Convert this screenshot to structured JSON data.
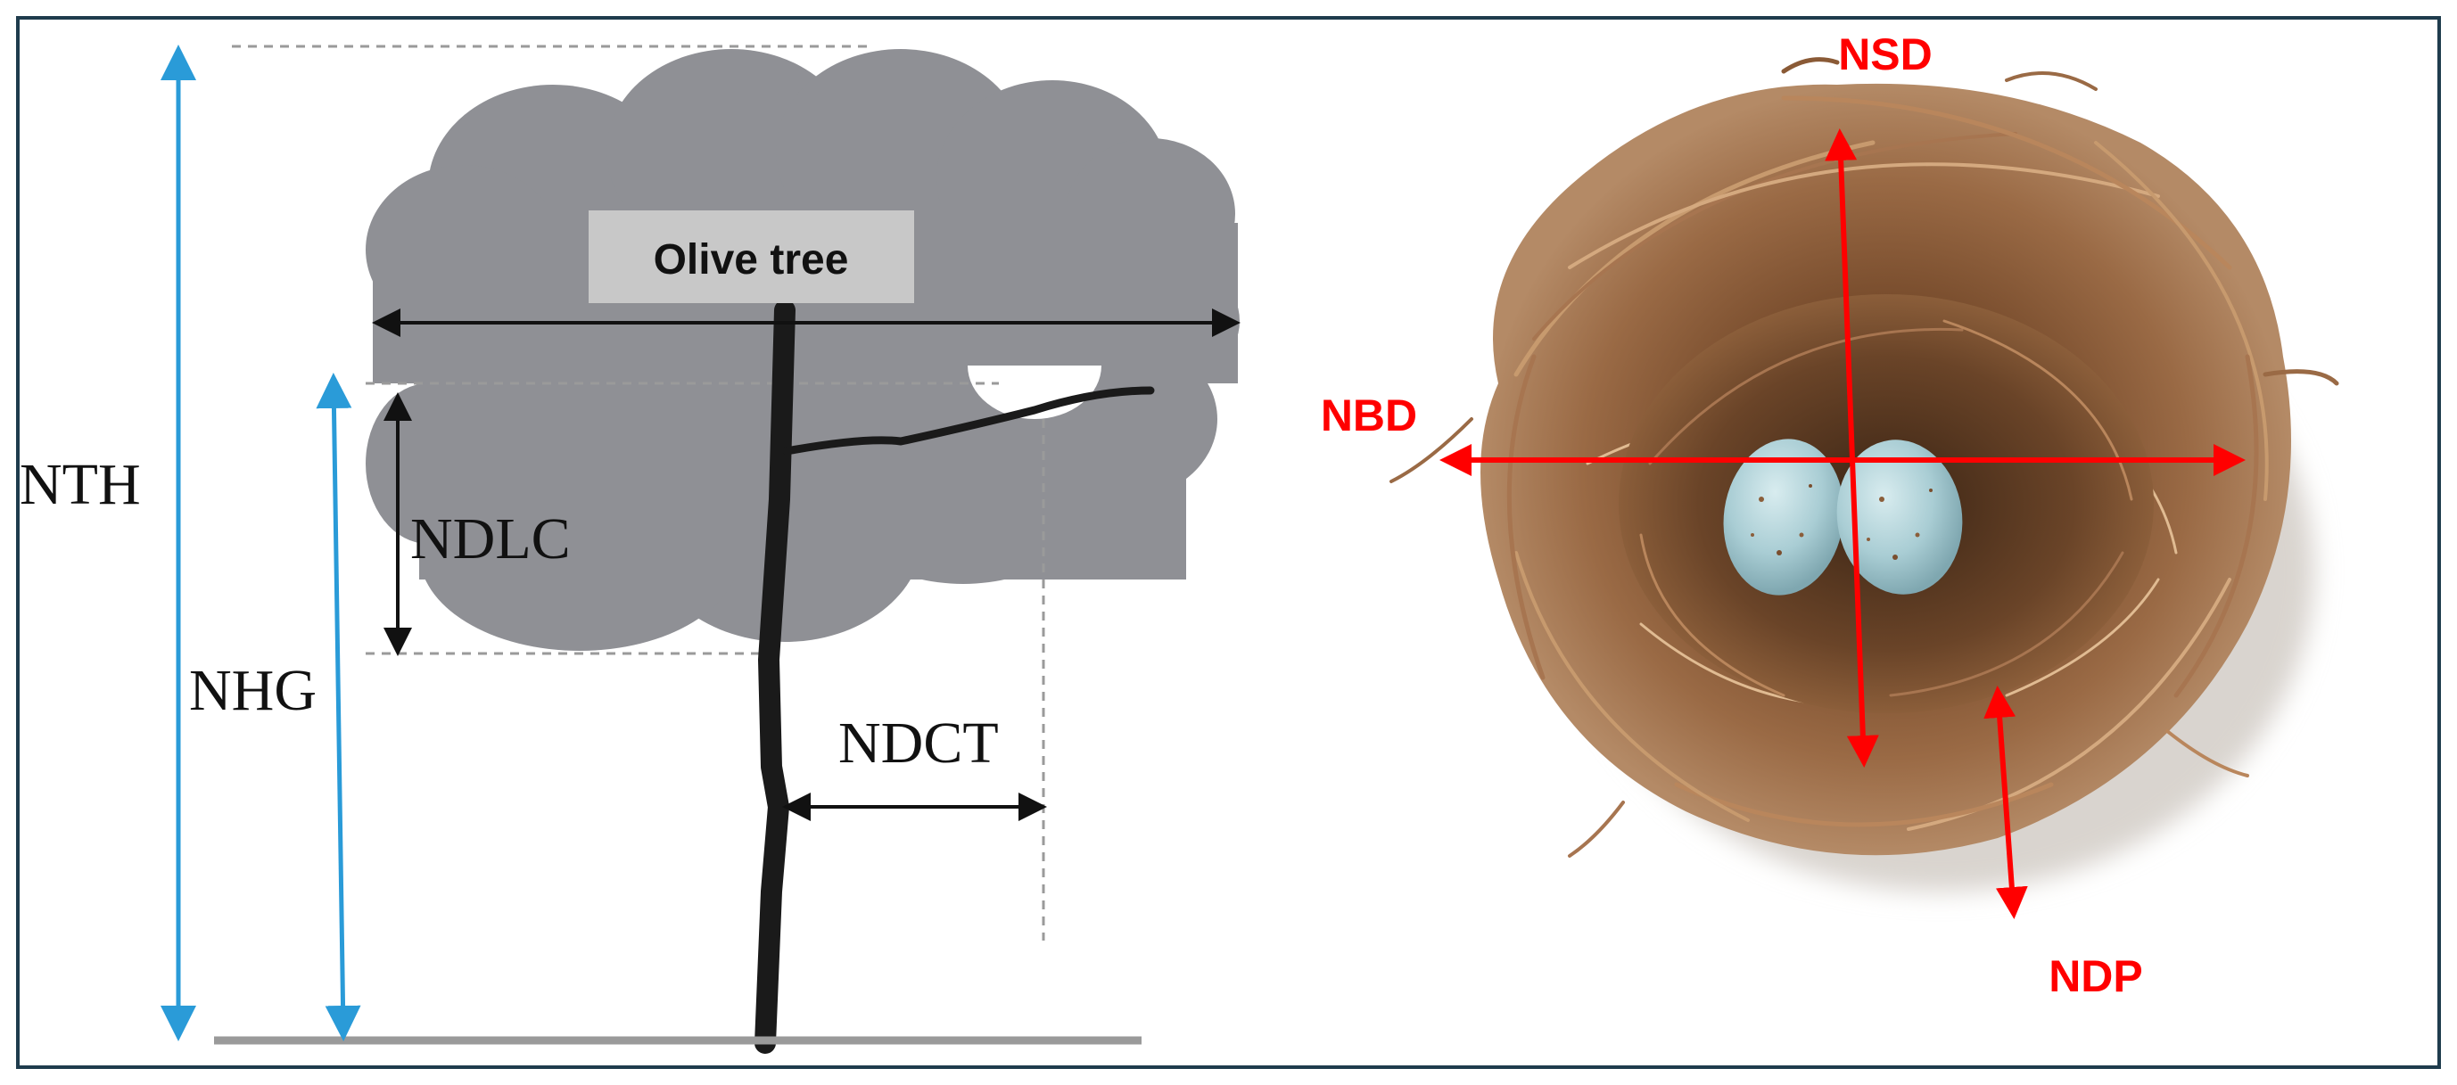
{
  "tree_panel": {
    "title": "Olive tree",
    "labels": {
      "nth": "NTH",
      "nhg": "NHG",
      "ndlc": "NDLC",
      "ndct": "NDCT"
    }
  },
  "nest_panel": {
    "labels": {
      "nsd": "NSD",
      "nbd": "NBD",
      "ndp": "NDP"
    }
  },
  "colors": {
    "frame": "#1f3c4d",
    "canopy": "#8f9095",
    "trunk": "#1a1a1a",
    "blue_arrow": "#2a9bd8",
    "red_arrow": "#ff0000",
    "ground": "#9a9a9a",
    "title_box": "#c8c8c8"
  }
}
